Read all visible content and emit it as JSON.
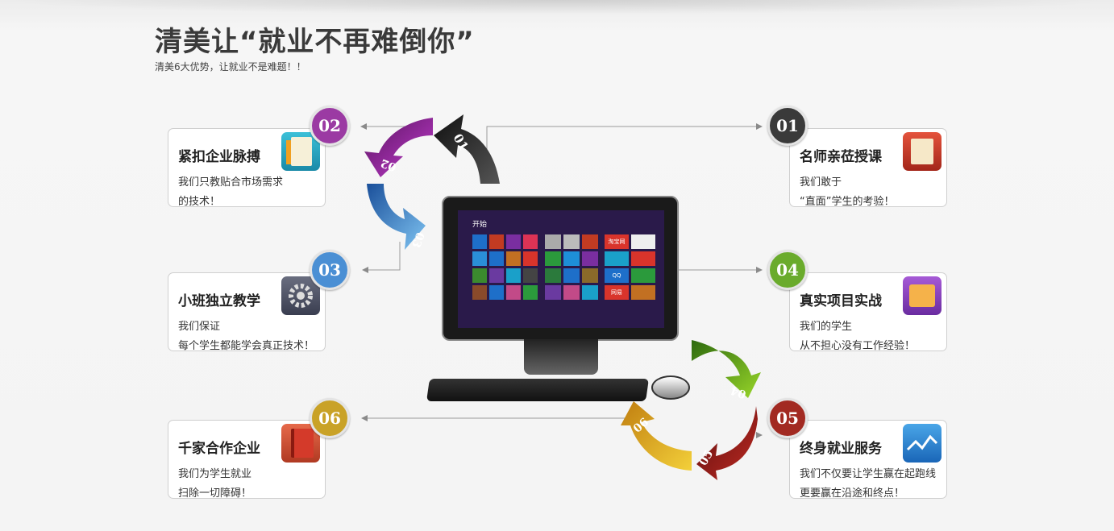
{
  "header": {
    "title": "清美让“就业不再难倒你”",
    "subtitle": "清美6大优势，让就业不是难题！！"
  },
  "advantages": [
    {
      "num": "01",
      "title": "名师亲莅授课",
      "line1": "我们敢于",
      "line2": "“直面”学生的考验！",
      "color": "#3a3a3a",
      "icon": "notepad-icon"
    },
    {
      "num": "02",
      "title": "紧扣企业脉搏",
      "line1": "我们只教贴合市场需求",
      "line2": "的技术！",
      "color": "#9b3aa3",
      "icon": "pencil-notebook-icon"
    },
    {
      "num": "03",
      "title": "小班独立教学",
      "line1": "我们保证",
      "line2": "每个学生都能学会真正技术！",
      "color": "#4a8fd4",
      "icon": "gear-icon"
    },
    {
      "num": "04",
      "title": "真实项目实战",
      "line1": "我们的学生",
      "line2": "从不担心没有工作经验！",
      "color": "#6aab2c",
      "icon": "folder-icon"
    },
    {
      "num": "05",
      "title": "终身就业服务",
      "line1": "我们不仅要让学生赢在起跑线",
      "line2": "更要赢在沿途和终点！",
      "color": "#a22a22",
      "icon": "chart-icon"
    },
    {
      "num": "06",
      "title": "千家合作企业",
      "line1": "我们为学生就业",
      "line2": "扫除一切障碍！",
      "color": "#c9a227",
      "icon": "book-icon"
    }
  ],
  "arrows": {
    "a01": "01",
    "a02": "02",
    "a03": "03",
    "a04": "04",
    "a05": "05",
    "a06": "06"
  },
  "screen": {
    "start_label": "开始",
    "tiles": {
      "taobao": "淘宝网",
      "qq": "QQ",
      "wy": "网易"
    }
  }
}
